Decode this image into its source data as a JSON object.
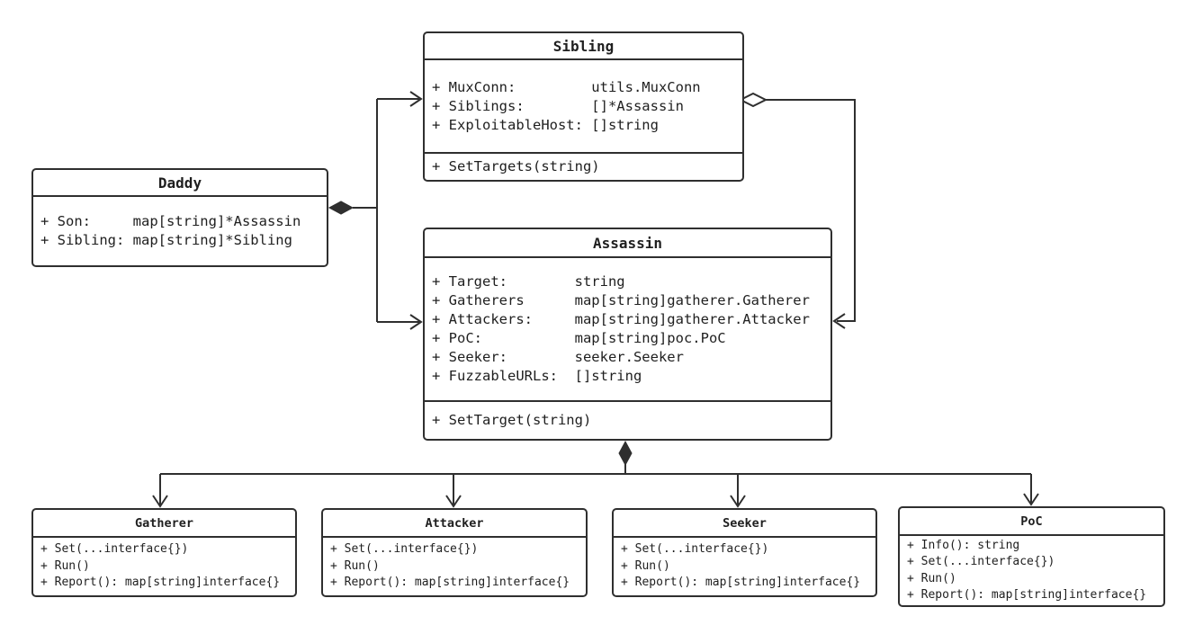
{
  "diagram": {
    "background_color": "#ffffff",
    "line_color": "#2f2f2f",
    "text_color": "#1f1f1f"
  },
  "classes": {
    "sibling": {
      "title": "Sibling",
      "fields": [
        "+ MuxConn:         utils.MuxConn",
        "+ Siblings:        []*Assassin",
        "+ ExploitableHost: []string"
      ],
      "methods": [
        "+ SetTargets(string)"
      ]
    },
    "daddy": {
      "title": "Daddy",
      "fields": [
        "+ Son:     map[string]*Assassin",
        "+ Sibling: map[string]*Sibling"
      ],
      "methods": []
    },
    "assassin": {
      "title": "Assassin",
      "fields": [
        "+ Target:        string",
        "+ Gatherers      map[string]gatherer.Gatherer",
        "+ Attackers:     map[string]gatherer.Attacker",
        "+ PoC:           map[string]poc.PoC",
        "+ Seeker:        seeker.Seeker",
        "+ FuzzableURLs:  []string"
      ],
      "methods": [
        "+ SetTarget(string)"
      ]
    },
    "gatherer": {
      "title": "Gatherer",
      "methods": [
        "+ Set(...interface{})",
        "+ Run()",
        "+ Report(): map[string]interface{}"
      ]
    },
    "attacker": {
      "title": "Attacker",
      "methods": [
        "+ Set(...interface{})",
        "+ Run()",
        "+ Report(): map[string]interface{}"
      ]
    },
    "seeker": {
      "title": "Seeker",
      "methods": [
        "+ Set(...interface{})",
        "+ Run()",
        "+ Report(): map[string]interface{}"
      ]
    },
    "poc": {
      "title": "PoC",
      "methods": [
        "+ Info(): string",
        "+ Set(...interface{})",
        "+ Run()",
        "+ Report(): map[string]interface{}"
      ]
    }
  },
  "relationships": [
    {
      "from": "Daddy",
      "to": "Sibling",
      "type": "composition",
      "marker_at_source": "filled-diamond",
      "marker_at_target": "open-arrow"
    },
    {
      "from": "Daddy",
      "to": "Assassin",
      "type": "composition",
      "marker_at_source": "filled-diamond",
      "marker_at_target": "open-arrow"
    },
    {
      "from": "Sibling",
      "to": "Assassin",
      "type": "aggregation",
      "marker_at_source": "open-diamond",
      "marker_at_target": "open-arrow"
    },
    {
      "from": "Assassin",
      "to": "Gatherer",
      "type": "composition",
      "marker_at_source": "filled-diamond",
      "marker_at_target": "open-arrow"
    },
    {
      "from": "Assassin",
      "to": "Attacker",
      "type": "composition",
      "marker_at_source": "filled-diamond",
      "marker_at_target": "open-arrow"
    },
    {
      "from": "Assassin",
      "to": "Seeker",
      "type": "composition",
      "marker_at_source": "filled-diamond",
      "marker_at_target": "open-arrow"
    },
    {
      "from": "Assassin",
      "to": "PoC",
      "type": "composition",
      "marker_at_source": "filled-diamond",
      "marker_at_target": "open-arrow"
    }
  ]
}
